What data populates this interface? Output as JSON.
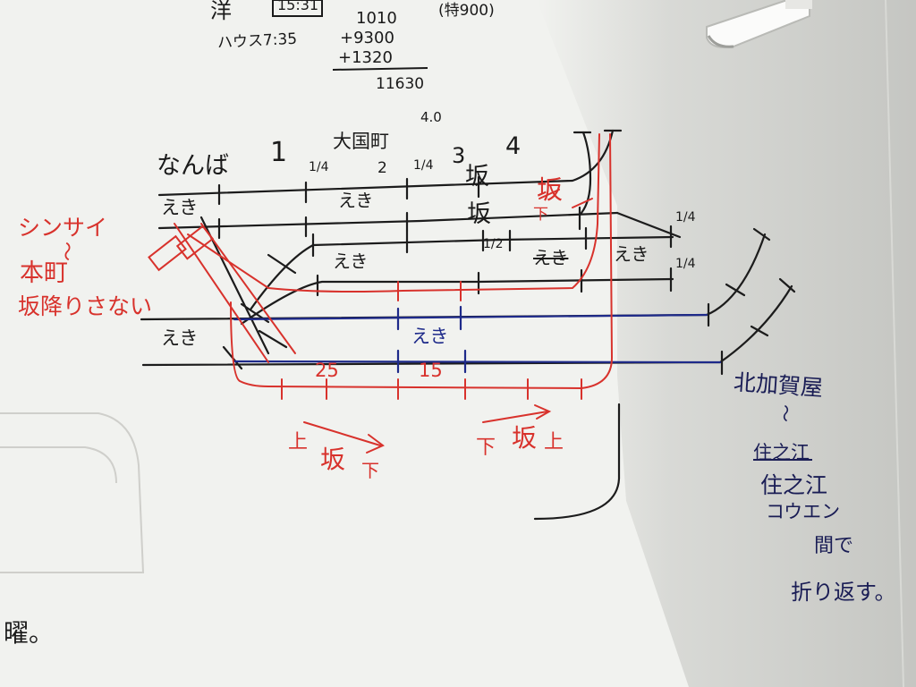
{
  "colors": {
    "paper": "#f1f2ef",
    "shadow": "#c9cac6",
    "ink_black": "#1a1a1a",
    "ink_red": "#d8322c",
    "ink_blue": "#1e2a8a",
    "ink_navy": "#1a1d55"
  },
  "calc": {
    "top_left": "洋",
    "boxed": "15:31",
    "time": "ハウス7:35",
    "note": "(特900)",
    "line1": "1010",
    "line2": "+9300",
    "line3": "+1320",
    "total": "11630",
    "small": "4.0"
  },
  "stations": {
    "nanba": "なんば",
    "daikokucho": "大国町"
  },
  "sections": {
    "s1": "1",
    "s2": "2",
    "s3": "3",
    "s4": "4"
  },
  "fractions": {
    "q1": "1/4",
    "q2": "1/4",
    "q3": "1/4",
    "q4": "1/4",
    "half": "1/2"
  },
  "track_labels": {
    "e1": "えき",
    "e2": "えき",
    "e3": "えき",
    "e4": "えき",
    "e5": "えき",
    "e6": "えき",
    "e7": "えき",
    "saka1": "坂",
    "saka2": "坂",
    "saka_red": "坂",
    "kudari": "下",
    "struck": "えき"
  },
  "red_notes": {
    "shinsai": "シンサイ",
    "tilde": "〜",
    "honmachi": "本町",
    "no_slope": "坂降りさない",
    "n25": "25",
    "n15": "15",
    "up": "上",
    "saka_a": "坂",
    "down_a": "下",
    "down_b": "下",
    "saka_b": "坂",
    "up_b": "上"
  },
  "navy_notes": {
    "kitakagaya": "北加賀屋",
    "tilde": "〜",
    "struck": "住之江",
    "suminoe": "住之江",
    "koen": "コウエン",
    "kan": "間で",
    "ori": "折り返す。"
  },
  "corner": "曜。"
}
